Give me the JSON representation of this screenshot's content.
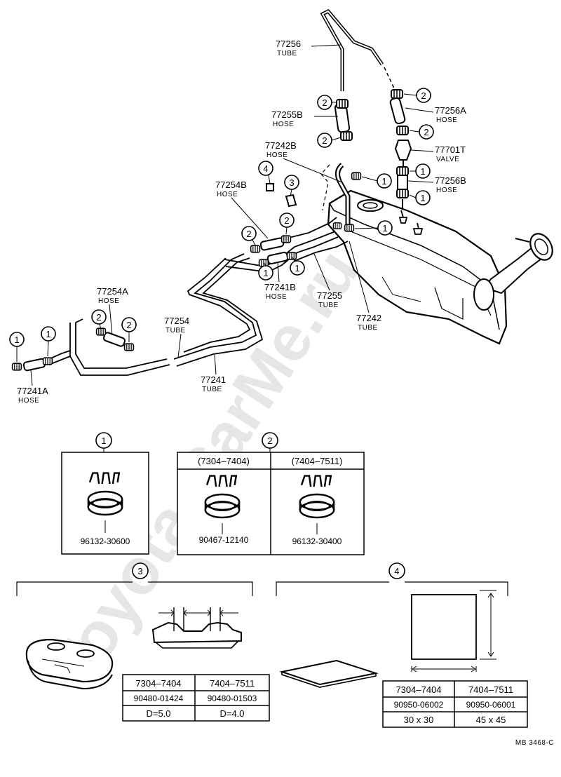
{
  "watermark": "Toyota-CarMe.ru",
  "ref": "MB 3468-C",
  "callouts": [
    {
      "pn": "77256",
      "desc": "TUBE"
    },
    {
      "pn": "77256A",
      "desc": "HOSE"
    },
    {
      "pn": "77255B",
      "desc": "HOSE"
    },
    {
      "pn": "77242B",
      "desc": "HOSE"
    },
    {
      "pn": "77701T",
      "desc": "VALVE"
    },
    {
      "pn": "77256B",
      "desc": "HOSE"
    },
    {
      "pn": "77254B",
      "desc": "HOSE"
    },
    {
      "pn": "77241B",
      "desc": "HOSE"
    },
    {
      "pn": "77255",
      "desc": "TUBE"
    },
    {
      "pn": "77242",
      "desc": "TUBE"
    },
    {
      "pn": "77254A",
      "desc": "HOSE"
    },
    {
      "pn": "77254",
      "desc": "TUBE"
    },
    {
      "pn": "77241",
      "desc": "TUBE"
    },
    {
      "pn": "77241A",
      "desc": "HOSE"
    }
  ],
  "markers": [
    "1",
    "2",
    "3",
    "4"
  ],
  "detail1": {
    "part": "96132-30600"
  },
  "detail2": {
    "head_a": "(7304–7404)",
    "head_b": "(7404–7511)",
    "part_a": "90467-12140",
    "part_b": "96132-30400"
  },
  "detail3": {
    "head_a": "7304–7404",
    "head_b": "7404–7511",
    "part_a": "90480-01424",
    "part_b": "90480-01503",
    "val_a": "D=5.0",
    "val_b": "D=4.0"
  },
  "detail4": {
    "head_a": "7304–7404",
    "head_b": "7404–7511",
    "part_a": "90950-06002",
    "part_b": "90950-06001",
    "val_a": "30 x 30",
    "val_b": "45 x 45"
  }
}
